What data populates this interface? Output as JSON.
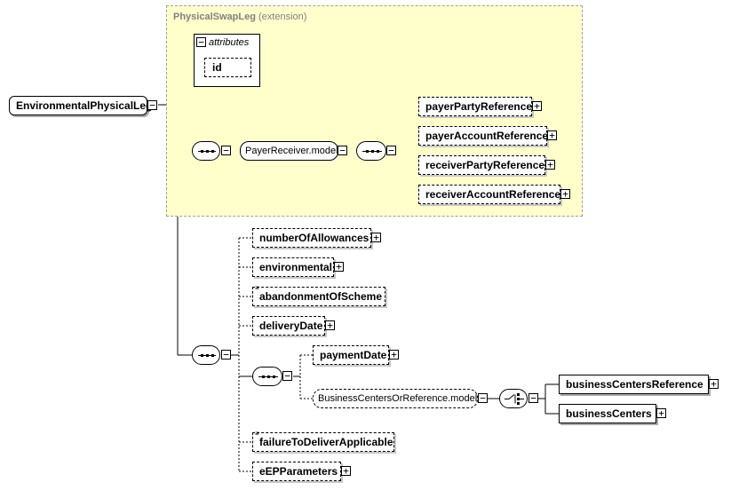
{
  "diagram": {
    "root": {
      "label": "EnvironmentalPhysicalLeg"
    },
    "extension": {
      "base": "PhysicalSwapLeg",
      "suffix": "(extension)",
      "attributes_label": "attributes",
      "attributes": [
        "id"
      ]
    },
    "payer_receiver": {
      "group_label": "PayerReceiver.model",
      "elements": [
        "payerPartyReference",
        "payerAccountReference",
        "receiverPartyReference",
        "receiverAccountReference"
      ]
    },
    "sequence_elements": {
      "numberOfAllowances": "numberOfAllowances",
      "environmental": "environmental",
      "abandonmentOfScheme": "abandonmentOfScheme",
      "deliveryDate": "deliveryDate",
      "failureToDeliverApplicable": "failureToDeliverApplicable",
      "eEPParameters": "eEPParameters"
    },
    "payment": {
      "paymentDate": "paymentDate",
      "group_label": "BusinessCentersOrReference.model",
      "choices": [
        "businessCentersReference",
        "businessCenters"
      ]
    },
    "icons": {
      "expand": "plus-box-icon",
      "collapse": "minus-box-icon",
      "sequence": "sequence-compositor-icon",
      "choice": "choice-compositor-icon",
      "documentation": "documentation-icon"
    }
  }
}
